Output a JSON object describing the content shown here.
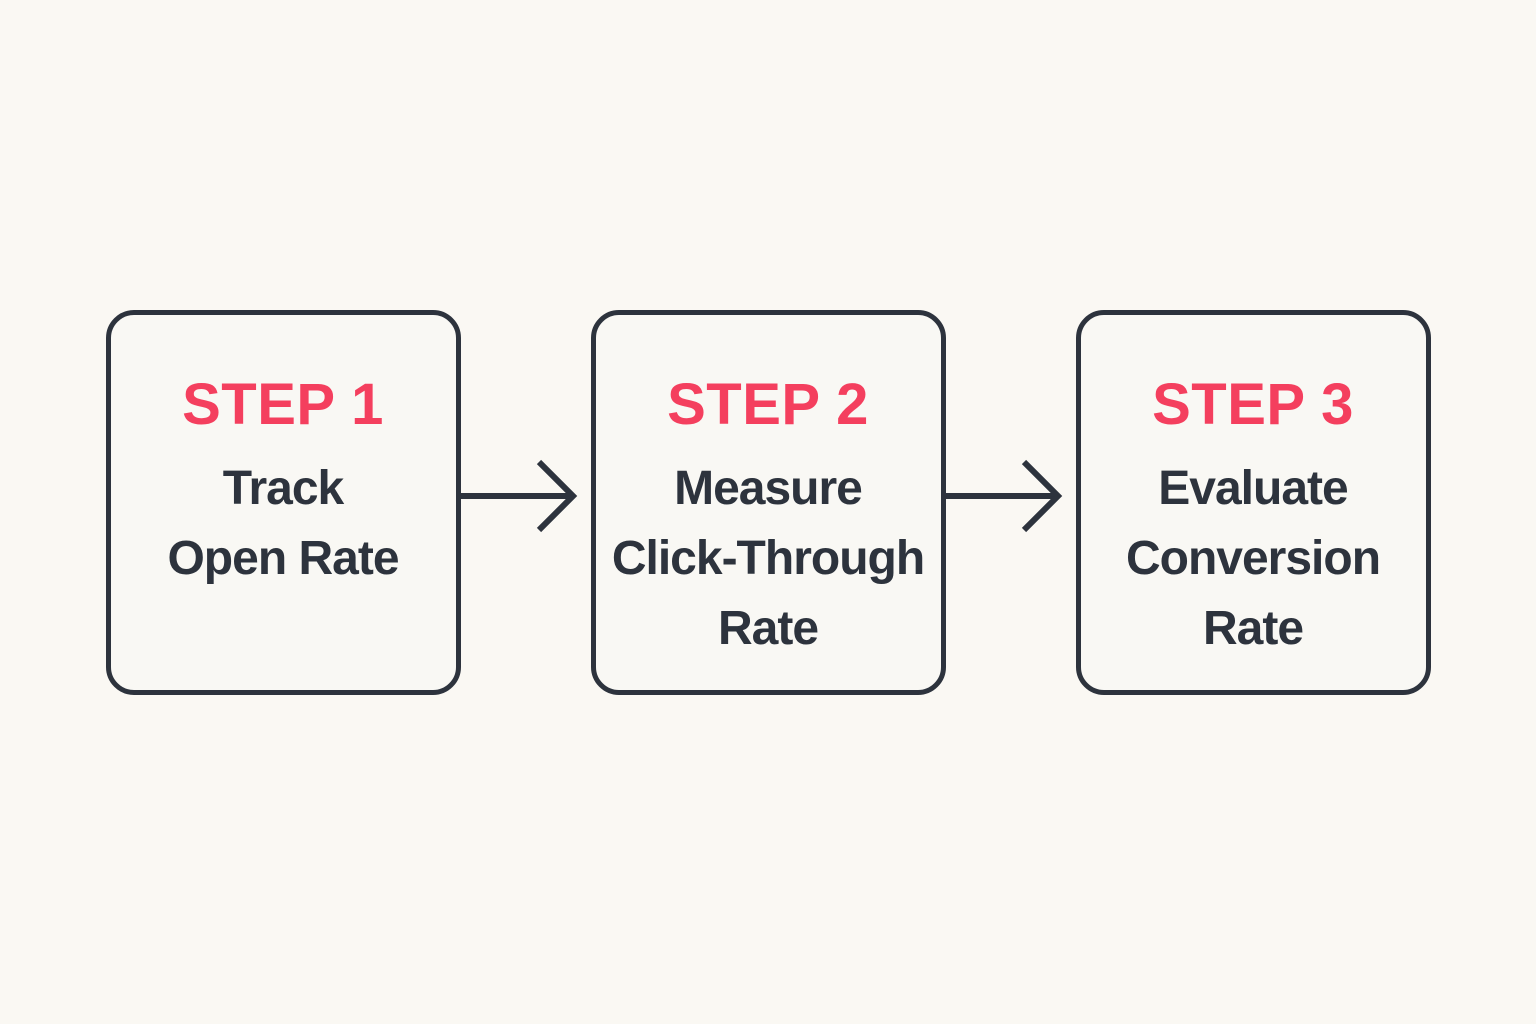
{
  "colors": {
    "bg": "#FAF8F3",
    "box": "#F9F8F4",
    "ink": "#2D333D",
    "accent": "#F43F5E"
  },
  "diagram": {
    "type": "flowchart",
    "direction": "left-to-right",
    "steps": [
      {
        "label": "STEP 1",
        "lines": [
          "Track",
          "Open Rate"
        ]
      },
      {
        "label": "STEP 2",
        "lines": [
          "Measure",
          "Click-Through",
          "Rate"
        ]
      },
      {
        "label": "STEP 3",
        "lines": [
          "Evaluate",
          "Conversion",
          "Rate"
        ]
      }
    ],
    "connectors": [
      {
        "from": "STEP 1",
        "to": "STEP 2",
        "style": "arrow-right"
      },
      {
        "from": "STEP 2",
        "to": "STEP 3",
        "style": "arrow-right"
      }
    ]
  }
}
